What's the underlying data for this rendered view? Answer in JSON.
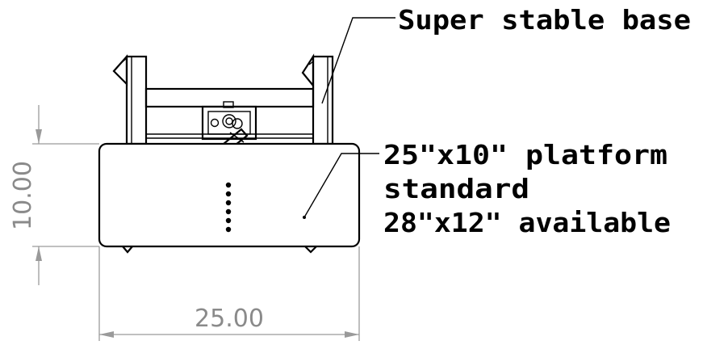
{
  "callouts": {
    "base": "Super stable base",
    "platform_line1": "25\"x10\" platform",
    "platform_line2": "standard",
    "platform_line3": "28\"x12\" available"
  },
  "dimensions": {
    "height": "10.00",
    "width": "25.00"
  },
  "colors": {
    "linework": "#000000",
    "dimension": "#8a8a8a"
  }
}
